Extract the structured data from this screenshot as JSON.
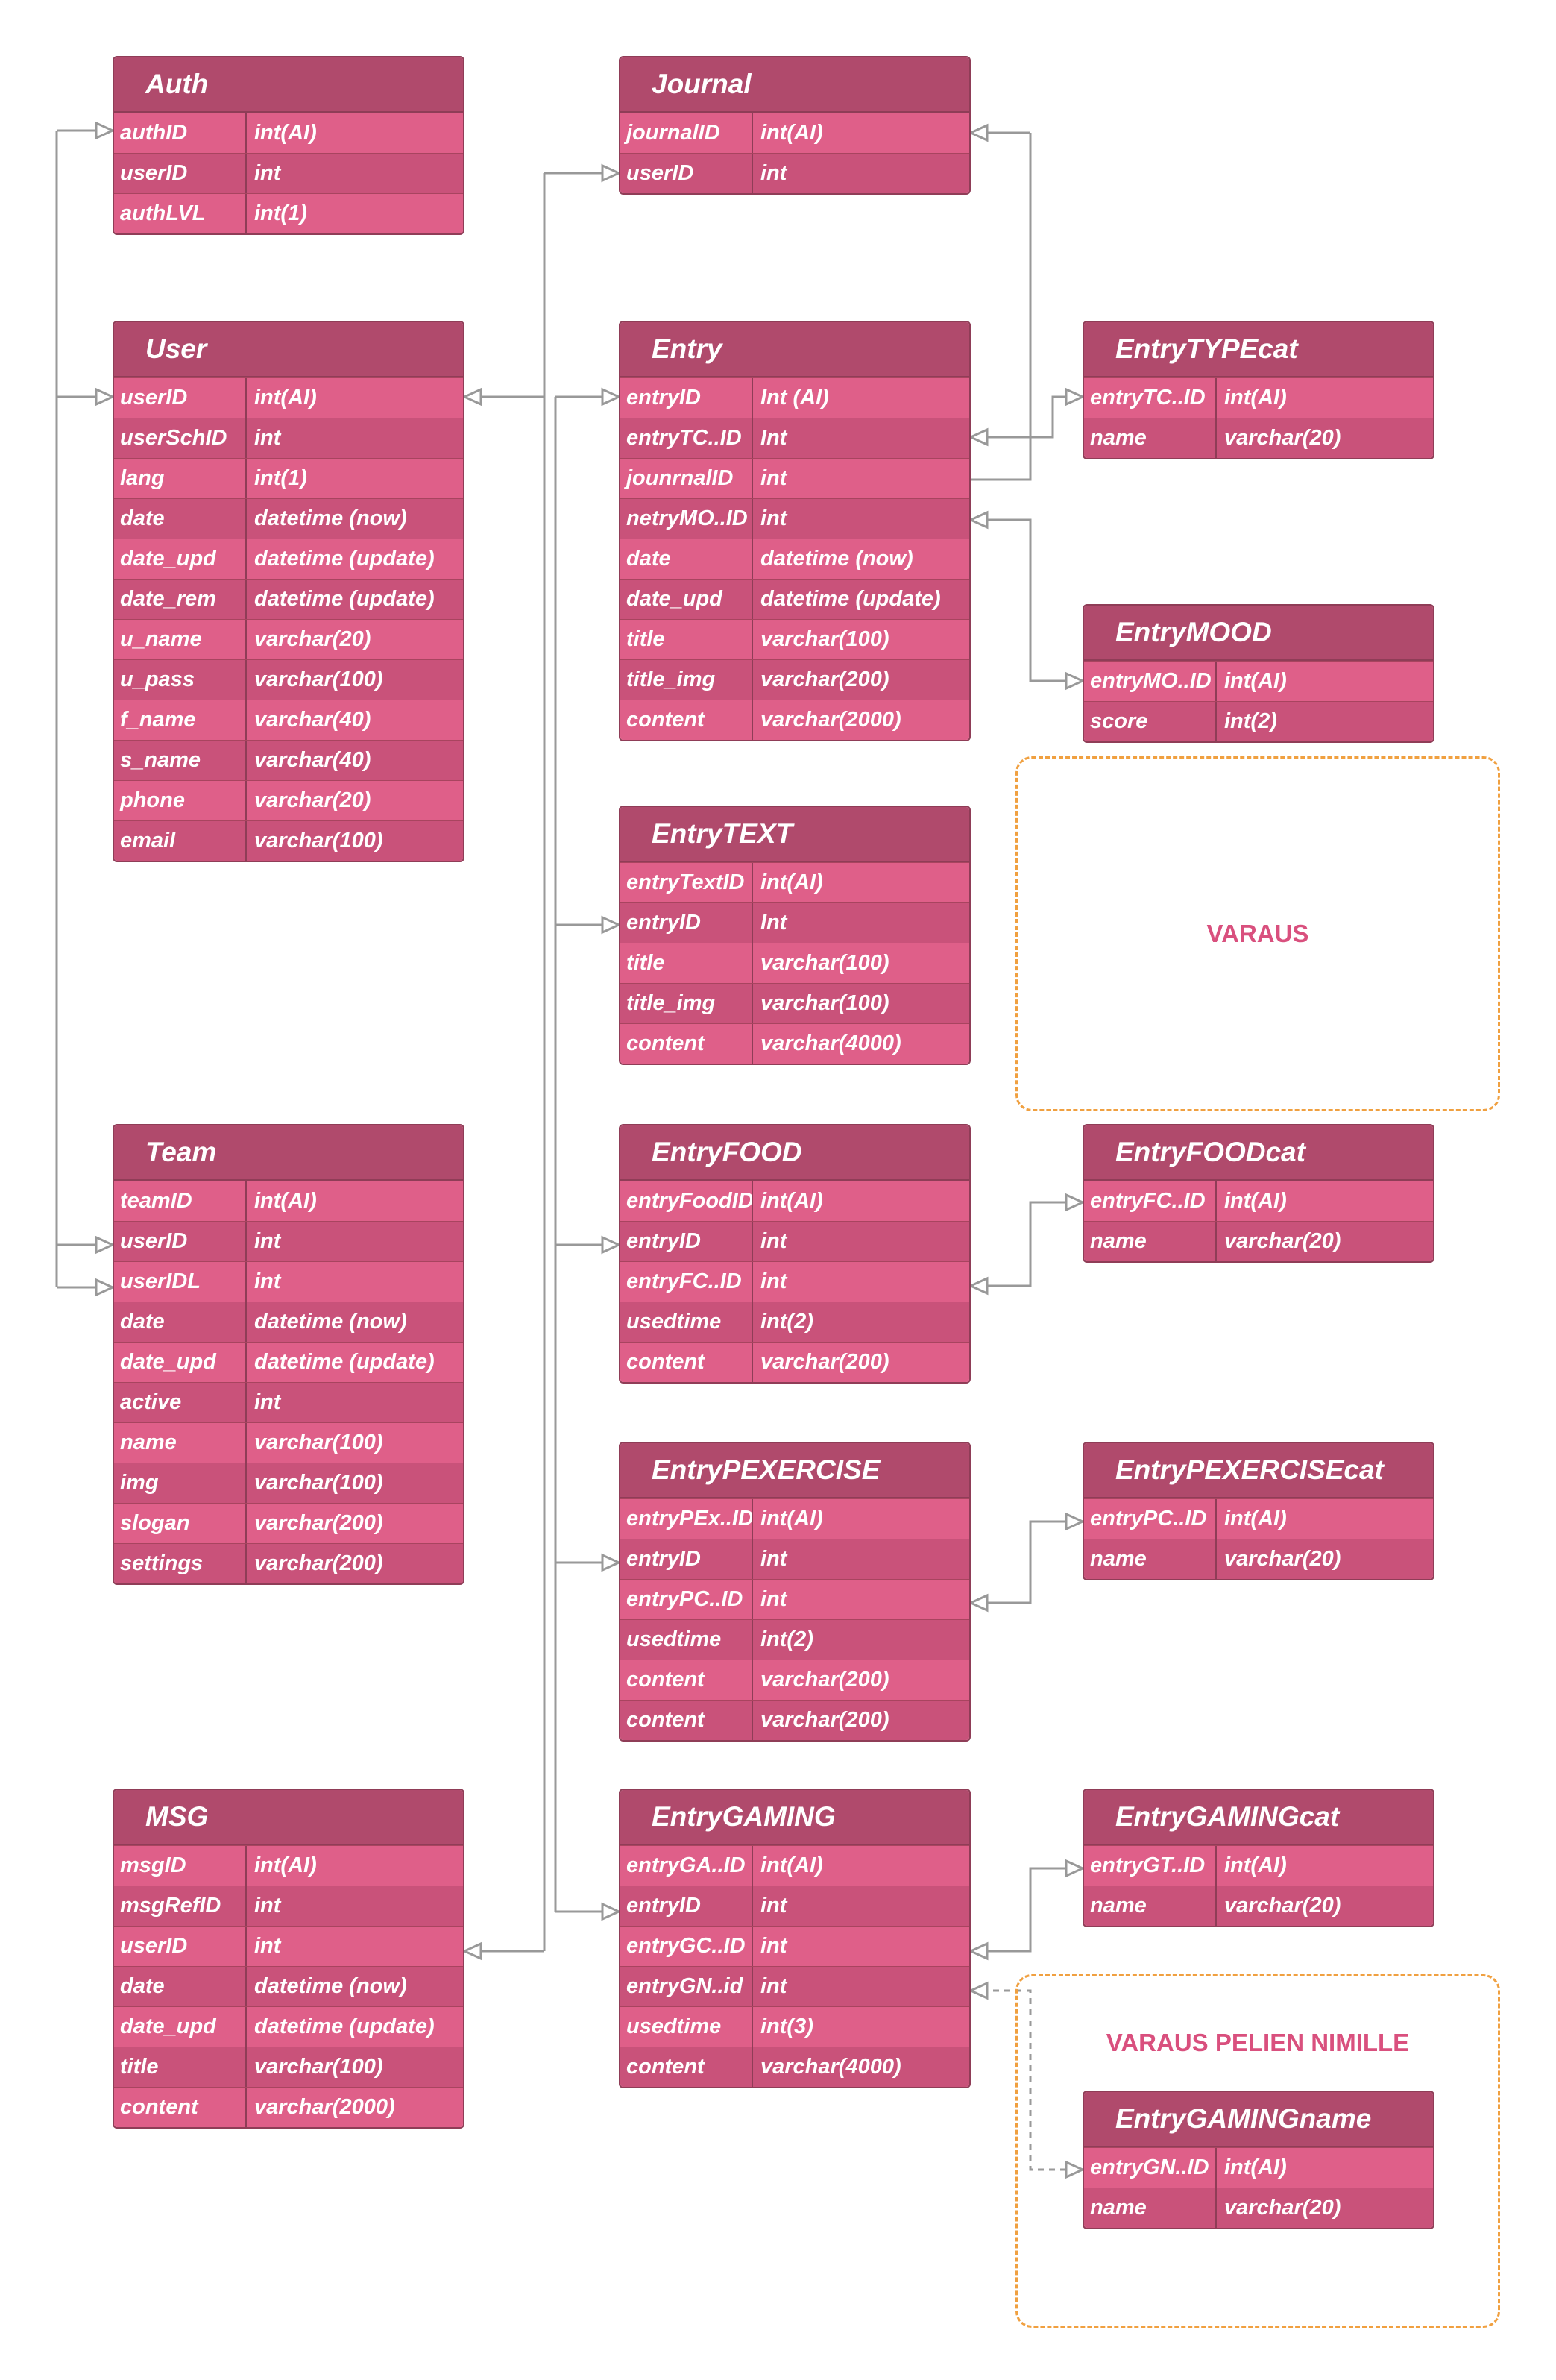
{
  "colors": {
    "header": "#b04a6c",
    "row_light": "#df5f89",
    "row_dark": "#c9527a",
    "border": "#8f3d57",
    "connector": "#999999",
    "reserve_border": "#f0a040",
    "reserve_text": "#d9507e"
  },
  "tables": {
    "auth": {
      "title": "Auth",
      "rows": [
        {
          "name": "authID",
          "type": "int(AI)"
        },
        {
          "name": "userID",
          "type": "int"
        },
        {
          "name": "authLVL",
          "type": "int(1)"
        }
      ]
    },
    "journal": {
      "title": "Journal",
      "rows": [
        {
          "name": "journalID",
          "type": "int(AI)"
        },
        {
          "name": "userID",
          "type": "int"
        }
      ]
    },
    "user": {
      "title": "User",
      "rows": [
        {
          "name": "userID",
          "type": "int(AI)"
        },
        {
          "name": "userSchID",
          "type": "int"
        },
        {
          "name": "lang",
          "type": "int(1)"
        },
        {
          "name": "date",
          "type": "datetime (now)"
        },
        {
          "name": "date_upd",
          "type": "datetime (update)"
        },
        {
          "name": "date_rem",
          "type": "datetime (update)"
        },
        {
          "name": "u_name",
          "type": "varchar(20)"
        },
        {
          "name": "u_pass",
          "type": "varchar(100)"
        },
        {
          "name": "f_name",
          "type": "varchar(40)"
        },
        {
          "name": "s_name",
          "type": "varchar(40)"
        },
        {
          "name": "phone",
          "type": "varchar(20)"
        },
        {
          "name": "email",
          "type": "varchar(100)"
        }
      ]
    },
    "entry": {
      "title": "Entry",
      "rows": [
        {
          "name": "entryID",
          "type": "Int (AI)"
        },
        {
          "name": "entryTC..ID",
          "type": "Int"
        },
        {
          "name": "jounrnalID",
          "type": "int"
        },
        {
          "name": "netryMO..ID",
          "type": "int"
        },
        {
          "name": "date",
          "type": "datetime (now)"
        },
        {
          "name": "date_upd",
          "type": "datetime (update)"
        },
        {
          "name": "title",
          "type": "varchar(100)"
        },
        {
          "name": "title_img",
          "type": "varchar(200)"
        },
        {
          "name": "content",
          "type": "varchar(2000)"
        }
      ]
    },
    "entrytypecat": {
      "title": "EntryTYPEcat",
      "rows": [
        {
          "name": "entryTC..ID",
          "type": "int(AI)"
        },
        {
          "name": "name",
          "type": "varchar(20)"
        }
      ]
    },
    "entrymood": {
      "title": "EntryMOOD",
      "rows": [
        {
          "name": "entryMO..ID",
          "type": "int(AI)"
        },
        {
          "name": "score",
          "type": "int(2)"
        }
      ]
    },
    "entrytext": {
      "title": "EntryTEXT",
      "rows": [
        {
          "name": "entryTextID",
          "type": "int(AI)"
        },
        {
          "name": "entryID",
          "type": "Int"
        },
        {
          "name": "title",
          "type": "varchar(100)"
        },
        {
          "name": "title_img",
          "type": "varchar(100)"
        },
        {
          "name": "content",
          "type": "varchar(4000)"
        }
      ]
    },
    "team": {
      "title": "Team",
      "rows": [
        {
          "name": "teamID",
          "type": "int(AI)"
        },
        {
          "name": "userID",
          "type": "int"
        },
        {
          "name": "userIDL",
          "type": "int"
        },
        {
          "name": "date",
          "type": "datetime (now)"
        },
        {
          "name": "date_upd",
          "type": "datetime (update)"
        },
        {
          "name": "active",
          "type": "int"
        },
        {
          "name": "name",
          "type": "varchar(100)"
        },
        {
          "name": "img",
          "type": "varchar(100)"
        },
        {
          "name": "slogan",
          "type": "varchar(200)"
        },
        {
          "name": "settings",
          "type": "varchar(200)"
        }
      ]
    },
    "entryfood": {
      "title": "EntryFOOD",
      "rows": [
        {
          "name": "entryFoodID",
          "type": "int(AI)"
        },
        {
          "name": "entryID",
          "type": "int"
        },
        {
          "name": "entryFC..ID",
          "type": "int"
        },
        {
          "name": "usedtime",
          "type": "int(2)"
        },
        {
          "name": "content",
          "type": "varchar(200)"
        }
      ]
    },
    "entryfoodcat": {
      "title": "EntryFOODcat",
      "rows": [
        {
          "name": "entryFC..ID",
          "type": "int(AI)"
        },
        {
          "name": "name",
          "type": "varchar(20)"
        }
      ]
    },
    "entrypexercise": {
      "title": "EntryPEXERCISE",
      "rows": [
        {
          "name": "entryPEx..ID",
          "type": "int(AI)"
        },
        {
          "name": "entryID",
          "type": "int"
        },
        {
          "name": "entryPC..ID",
          "type": "int"
        },
        {
          "name": "usedtime",
          "type": "int(2)"
        },
        {
          "name": "content",
          "type": "varchar(200)"
        },
        {
          "name": "content",
          "type": "varchar(200)"
        }
      ]
    },
    "entrypexercisecat": {
      "title": "EntryPEXERCISEcat",
      "rows": [
        {
          "name": "entryPC..ID",
          "type": "int(AI)"
        },
        {
          "name": "name",
          "type": "varchar(20)"
        }
      ]
    },
    "msg": {
      "title": "MSG",
      "rows": [
        {
          "name": "msgID",
          "type": "int(AI)"
        },
        {
          "name": "msgRefID",
          "type": "int"
        },
        {
          "name": "userID",
          "type": "int"
        },
        {
          "name": "date",
          "type": "datetime (now)"
        },
        {
          "name": "date_upd",
          "type": "datetime (update)"
        },
        {
          "name": "title",
          "type": "varchar(100)"
        },
        {
          "name": "content",
          "type": "varchar(2000)"
        }
      ]
    },
    "entrygaming": {
      "title": "EntryGAMING",
      "rows": [
        {
          "name": "entryGA..ID",
          "type": "int(AI)"
        },
        {
          "name": "entryID",
          "type": "int"
        },
        {
          "name": "entryGC..ID",
          "type": "int"
        },
        {
          "name": "entryGN..id",
          "type": "int"
        },
        {
          "name": "usedtime",
          "type": "int(3)"
        },
        {
          "name": "content",
          "type": "varchar(4000)"
        }
      ]
    },
    "entrygamingcat": {
      "title": "EntryGAMINGcat",
      "rows": [
        {
          "name": "entryGT..ID",
          "type": "int(AI)"
        },
        {
          "name": "name",
          "type": "varchar(20)"
        }
      ]
    },
    "entrygamingname": {
      "title": "EntryGAMINGname",
      "rows": [
        {
          "name": "entryGN..ID",
          "type": "int(AI)"
        },
        {
          "name": "name",
          "type": "varchar(20)"
        }
      ]
    }
  },
  "reserves": {
    "varaus": {
      "label": "VARAUS"
    },
    "gaming_names": {
      "label": "VARAUS PELIEN NIMILLE"
    }
  }
}
